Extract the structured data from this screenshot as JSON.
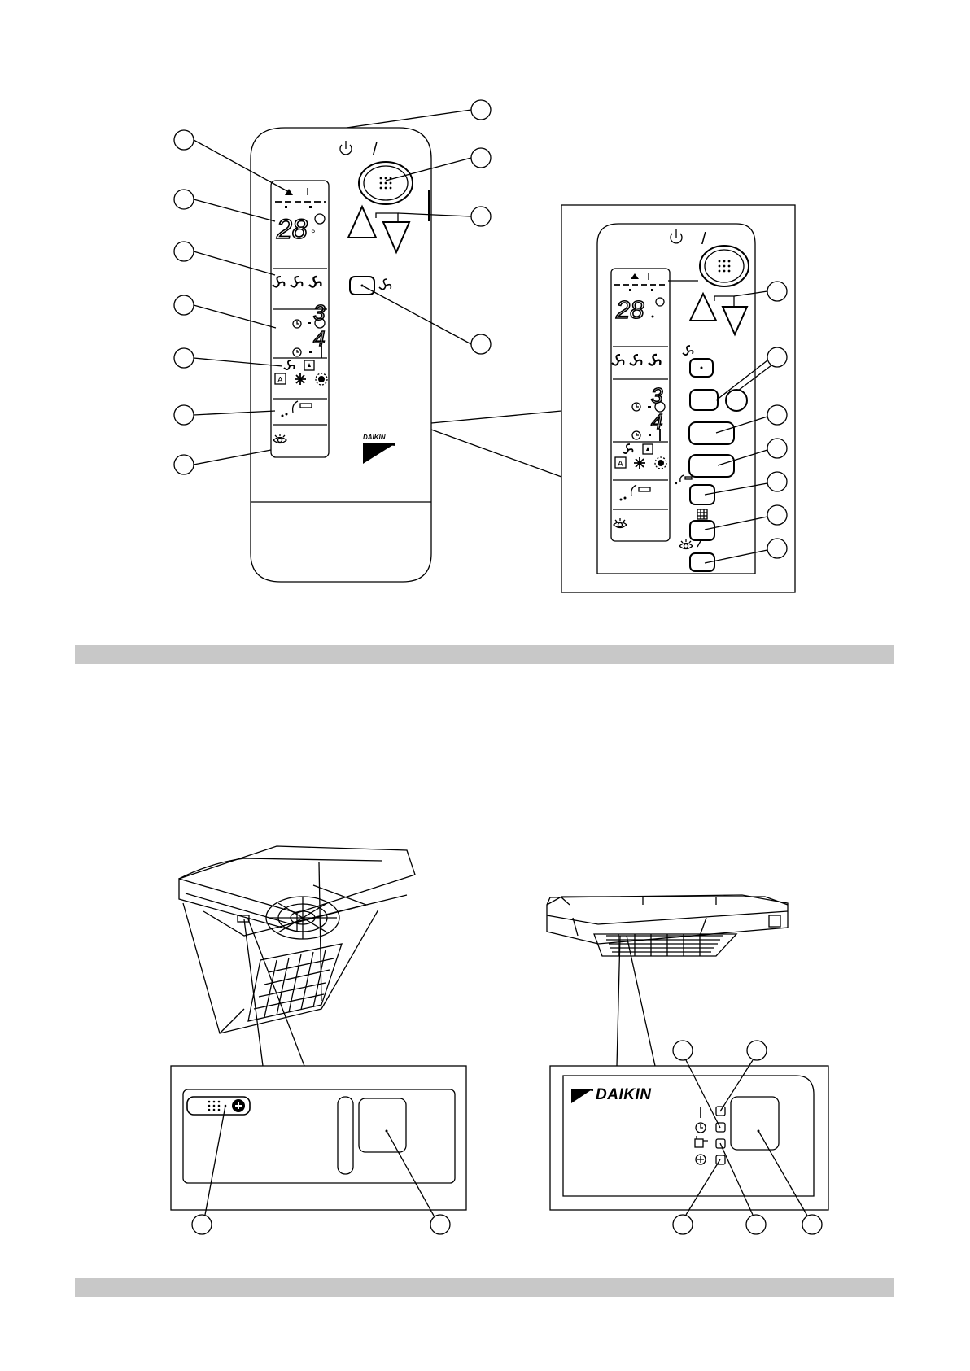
{
  "remote": {
    "power_symbol": "⏻",
    "slash": "/",
    "lcd_temperature": "28",
    "lcd_degree": "°",
    "timer_on_hours": "3",
    "timer_off_hours": "4",
    "timer_off_min_digit": "1",
    "brand_text": "DAIKIN"
  },
  "expanded_panel": {
    "slash": "/",
    "lcd_temperature": "28",
    "timer_on_hours": "3",
    "timer_off_hours": "4",
    "timer_off_min_digit": "1"
  },
  "bottom_right_panel": {
    "brand_text": "DAIKIN"
  },
  "icons": {
    "power": "power-icon",
    "fan": "fan-icon",
    "timer": "timer-icon",
    "snowflake": "snowflake-icon",
    "sun": "sun-icon",
    "eye_sensor": "eye-icon",
    "grid": "grid-icon"
  },
  "colors": {
    "line": "#000000",
    "section_bar": "#c8c8c8",
    "background": "#ffffff"
  }
}
